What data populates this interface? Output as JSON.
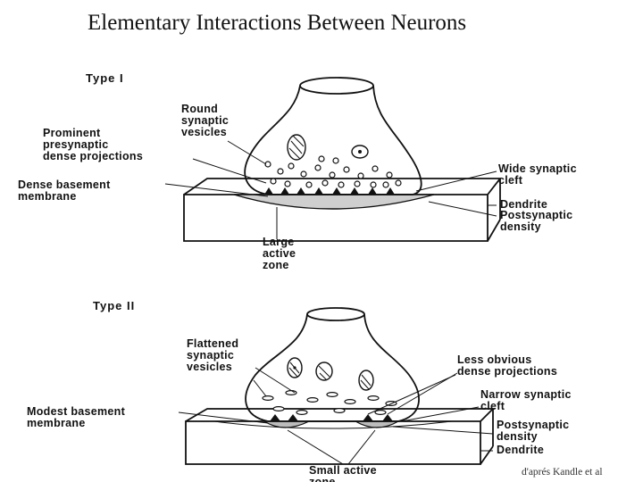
{
  "title": "Elementary Interactions Between Neurons",
  "type1": {
    "heading": "Type I",
    "labels": {
      "round_vesicles": [
        "Round",
        "synaptic",
        "vesicles"
      ],
      "dense_projections": [
        "Prominent",
        "presynaptic",
        "dense projections"
      ],
      "basement_membrane": [
        "Dense basement",
        "membrane"
      ],
      "active_zone": [
        "Large",
        "active",
        "zone"
      ],
      "synaptic_cleft": [
        "Wide synaptic",
        "cleft"
      ],
      "dendrite": "Dendrite",
      "postsynaptic_density": [
        "Postsynaptic",
        "density"
      ]
    }
  },
  "type2": {
    "heading": "Type II",
    "labels": {
      "flattened_vesicles": [
        "Flattened",
        "synaptic",
        "vesicles"
      ],
      "basement_membrane": [
        "Modest basement",
        "membrane"
      ],
      "dense_projections": [
        "Less obvious",
        "dense projections"
      ],
      "synaptic_cleft": [
        "Narrow synaptic",
        "cleft"
      ],
      "postsynaptic_density": [
        "Postsynaptic",
        "density"
      ],
      "dendrite": "Dendrite",
      "active_zone": [
        "Small active",
        "zone"
      ]
    }
  },
  "credit": "d'aprés Kandle et al"
}
